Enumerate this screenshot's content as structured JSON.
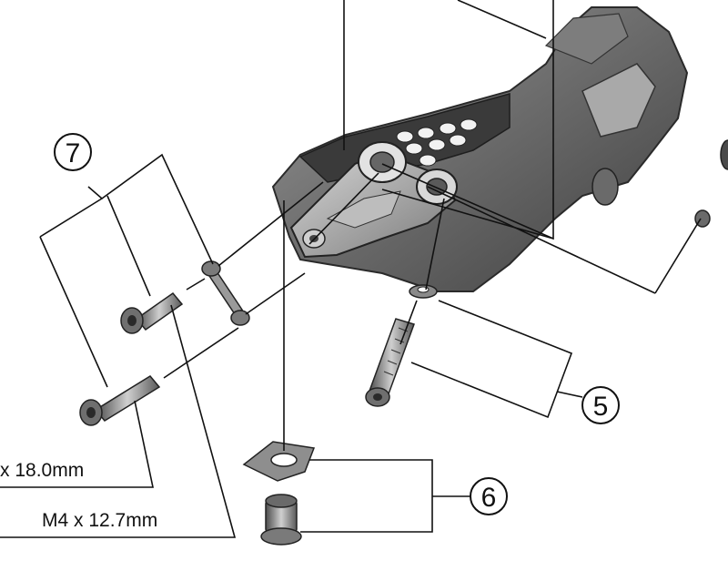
{
  "callouts": {
    "part_5": "5",
    "part_6": "6",
    "part_7": "7"
  },
  "dimensions": {
    "bolt_long": "x 18.0mm",
    "bolt_short": "M4 x 12.7mm"
  },
  "colors": {
    "line": "#111111",
    "part_dark": "#5b5b5b",
    "part_mid": "#8a8a8a",
    "part_light": "#c9c9c9",
    "background": "#ffffff"
  }
}
